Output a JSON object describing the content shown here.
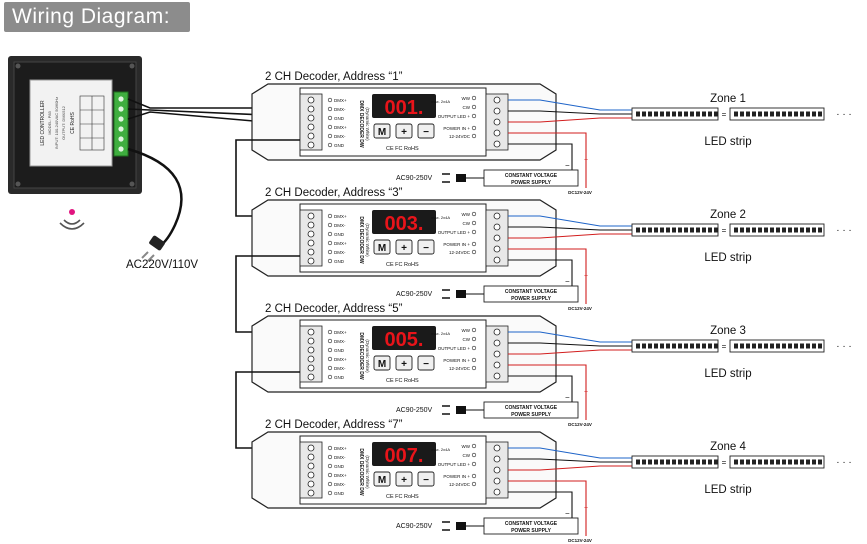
{
  "title": "Wiring Diagram:",
  "master": {
    "panel_text": "LED CONTROLLER",
    "panel_sub1": "MODEL: P83",
    "panel_sub2": "INPUT: 100-240VAC 50/60Hz",
    "panel_sub3": "OUTPUT: DMX512",
    "ce_mark": "CE RoHS",
    "power_label": "AC220V/110V"
  },
  "decoder_common": {
    "model_label": "DMX DECODER DW",
    "model_sub": "(Dynamic White)",
    "btn_m": "M",
    "btn_plus": "+",
    "btn_minus": "−",
    "cert": "CE FC RoHS",
    "left_terminals": [
      "DMX+",
      "DMX-",
      "GND",
      "DMX+",
      "DMX-",
      "GND"
    ],
    "right_labels": [
      "WW",
      "CW",
      "OUTPUT LED +",
      "POWER IN +",
      "12-24VDC"
    ],
    "right_label_extra": "max. 2x4A",
    "ps_label1": "CONSTANT VOLTAGE",
    "ps_label2": "POWER SUPPLY",
    "ac_label": "AC90-250V",
    "dc_label": "DC12V-24V",
    "plus": "+",
    "minus": "−"
  },
  "decoders": [
    {
      "title": "2 CH Decoder, Address “1”",
      "display": "001.",
      "zone": "Zone 1",
      "strip": "LED strip"
    },
    {
      "title": "2 CH Decoder, Address “3”",
      "display": "003.",
      "zone": "Zone 2",
      "strip": "LED strip"
    },
    {
      "title": "2 CH Decoder, Address “5”",
      "display": "005.",
      "zone": "Zone 3",
      "strip": "LED strip"
    },
    {
      "title": "2 CH Decoder, Address “7”",
      "display": "007.",
      "zone": "Zone 4",
      "strip": "LED strip"
    }
  ],
  "ellipsis": "· · ·",
  "colors": {
    "title_bg": "#8c8c8c",
    "display_bg": "#1a1a1a",
    "display_digit": "#e8141a",
    "wire_blue": "#1e64c8",
    "wire_red": "#d21e1e",
    "wire_black": "#111111"
  }
}
